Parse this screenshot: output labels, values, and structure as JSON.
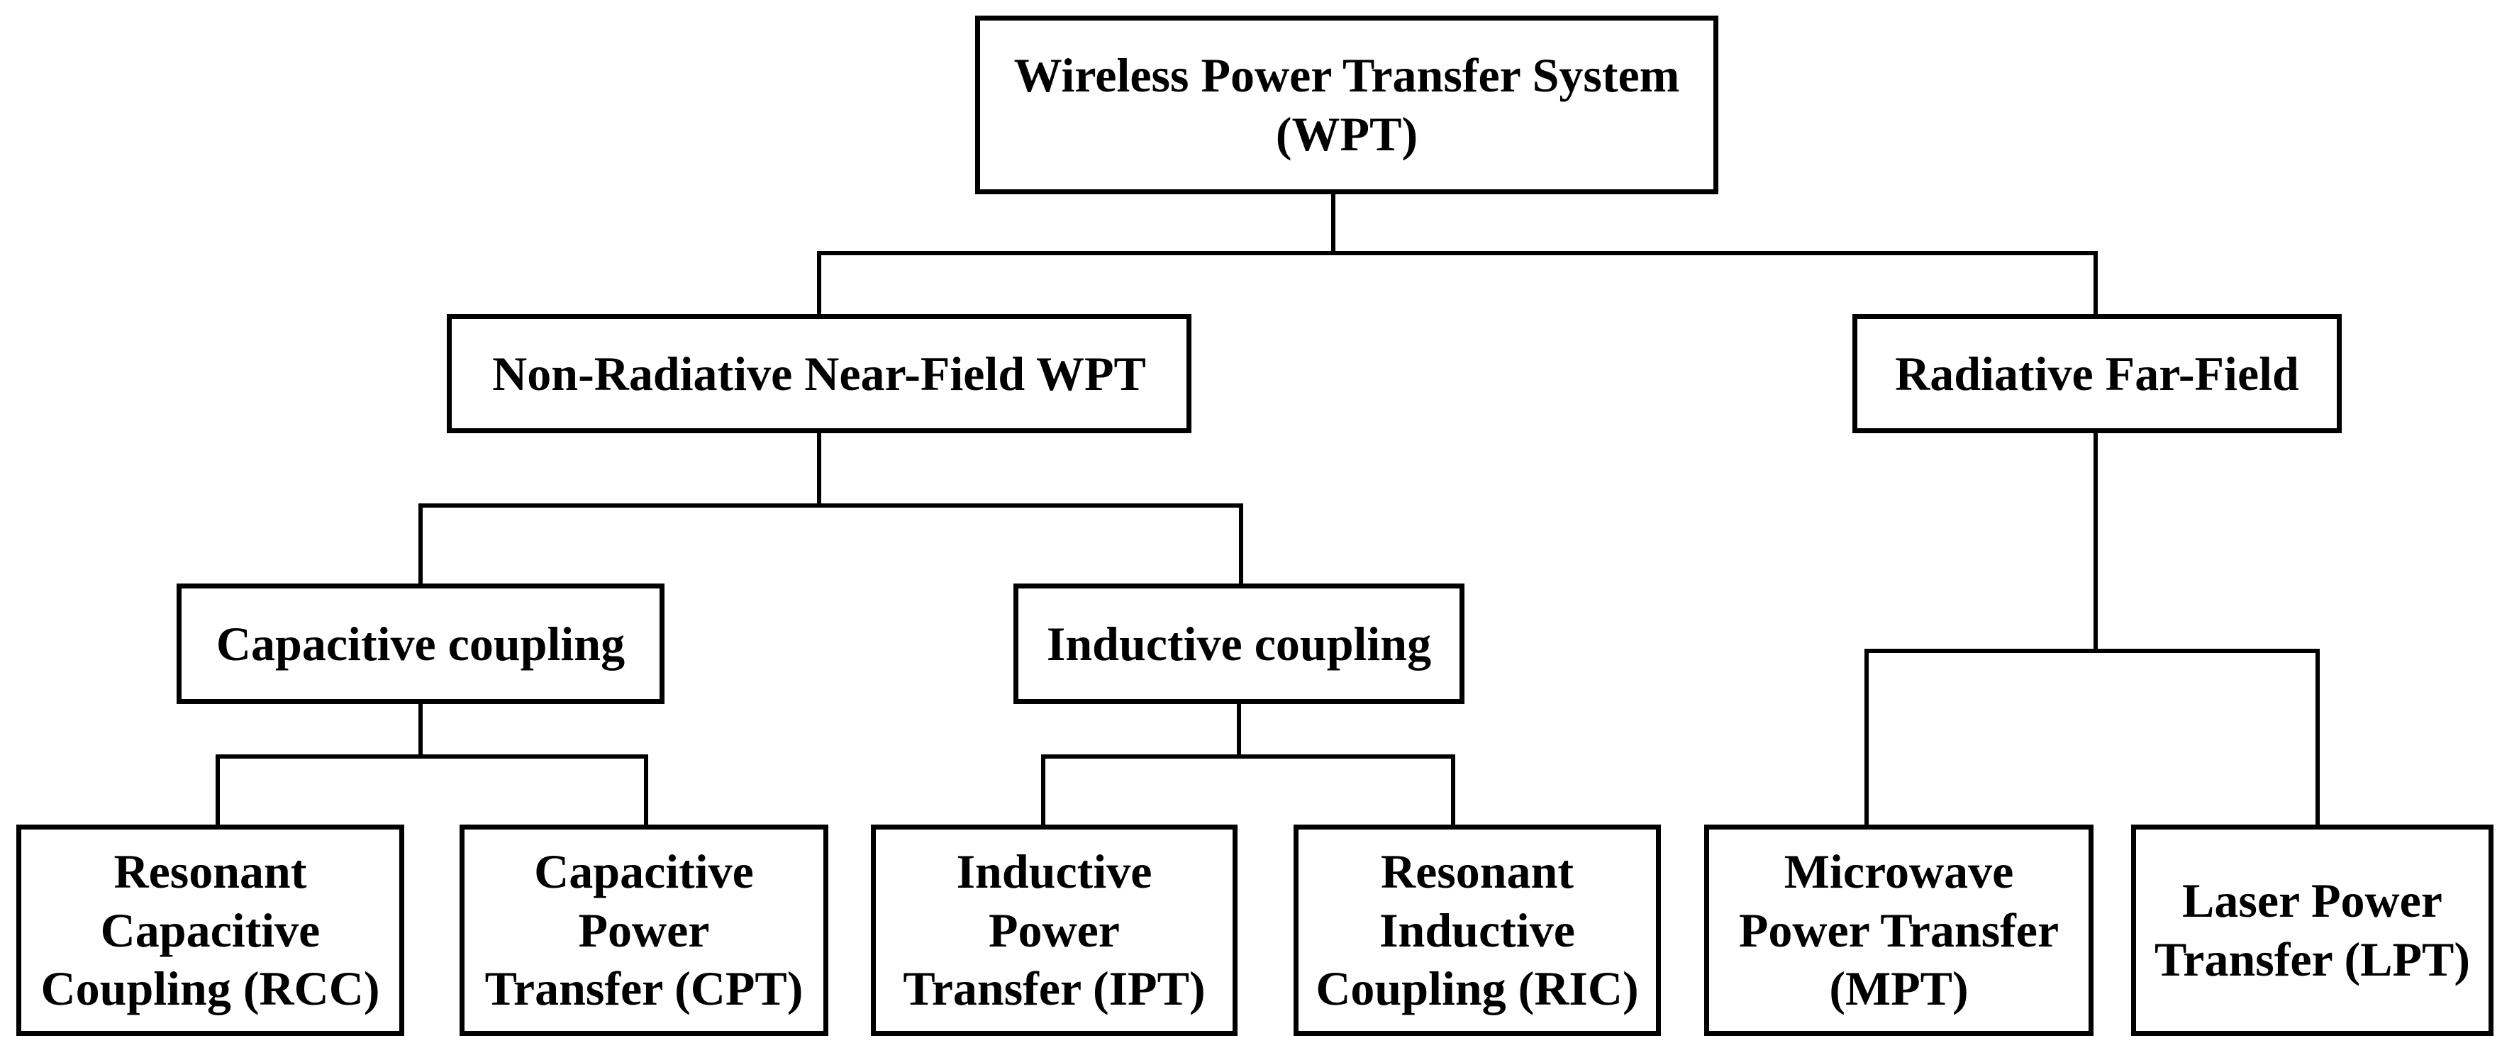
{
  "diagram": {
    "type": "tree",
    "colors": {
      "background": "#ffffff",
      "box_border": "#000000",
      "text": "#000000",
      "connector": "#000000"
    },
    "nodes": {
      "wpt": {
        "label": "Wireless Power Transfer System (WPT)",
        "lines": [
          "Wireless Power Transfer System",
          "(WPT)"
        ]
      },
      "non_radiative": {
        "label": "Non-Radiative Near-Field WPT",
        "lines": [
          "Non-Radiative Near-Field WPT"
        ]
      },
      "radiative": {
        "label": "Radiative Far-Field",
        "lines": [
          "Radiative Far-Field"
        ]
      },
      "capacitive_coupling": {
        "label": "Capacitive coupling",
        "lines": [
          "Capacitive coupling"
        ]
      },
      "inductive_coupling": {
        "label": "Inductive coupling",
        "lines": [
          "Inductive coupling"
        ]
      },
      "rcc": {
        "label": "Resonant Capacitive Coupling (RCC)",
        "lines": [
          "Resonant",
          "Capacitive",
          "Coupling (RCC)"
        ]
      },
      "cpt": {
        "label": "Capacitive Power Transfer (CPT)",
        "lines": [
          "Capacitive",
          "Power",
          "Transfer (CPT)"
        ]
      },
      "ipt": {
        "label": "Inductive Power Transfer (IPT)",
        "lines": [
          "Inductive",
          "Power",
          "Transfer (IPT)"
        ]
      },
      "ric": {
        "label": "Resonant Inductive Coupling (RIC)",
        "lines": [
          "Resonant",
          "Inductive",
          "Coupling (RIC)"
        ]
      },
      "mpt": {
        "label": "Microwave Power Transfer (MPT)",
        "lines": [
          "Microwave",
          "Power Transfer",
          "(MPT)"
        ]
      },
      "lpt": {
        "label": "Laser Power Transfer (LPT)",
        "lines": [
          "Laser Power",
          "Transfer (LPT)"
        ]
      }
    },
    "edges": [
      {
        "from": "wpt",
        "to": "non_radiative"
      },
      {
        "from": "wpt",
        "to": "radiative"
      },
      {
        "from": "non_radiative",
        "to": "capacitive_coupling"
      },
      {
        "from": "non_radiative",
        "to": "inductive_coupling"
      },
      {
        "from": "capacitive_coupling",
        "to": "rcc"
      },
      {
        "from": "capacitive_coupling",
        "to": "cpt"
      },
      {
        "from": "inductive_coupling",
        "to": "ipt"
      },
      {
        "from": "inductive_coupling",
        "to": "ric"
      },
      {
        "from": "radiative",
        "to": "mpt"
      },
      {
        "from": "radiative",
        "to": "lpt"
      }
    ]
  }
}
